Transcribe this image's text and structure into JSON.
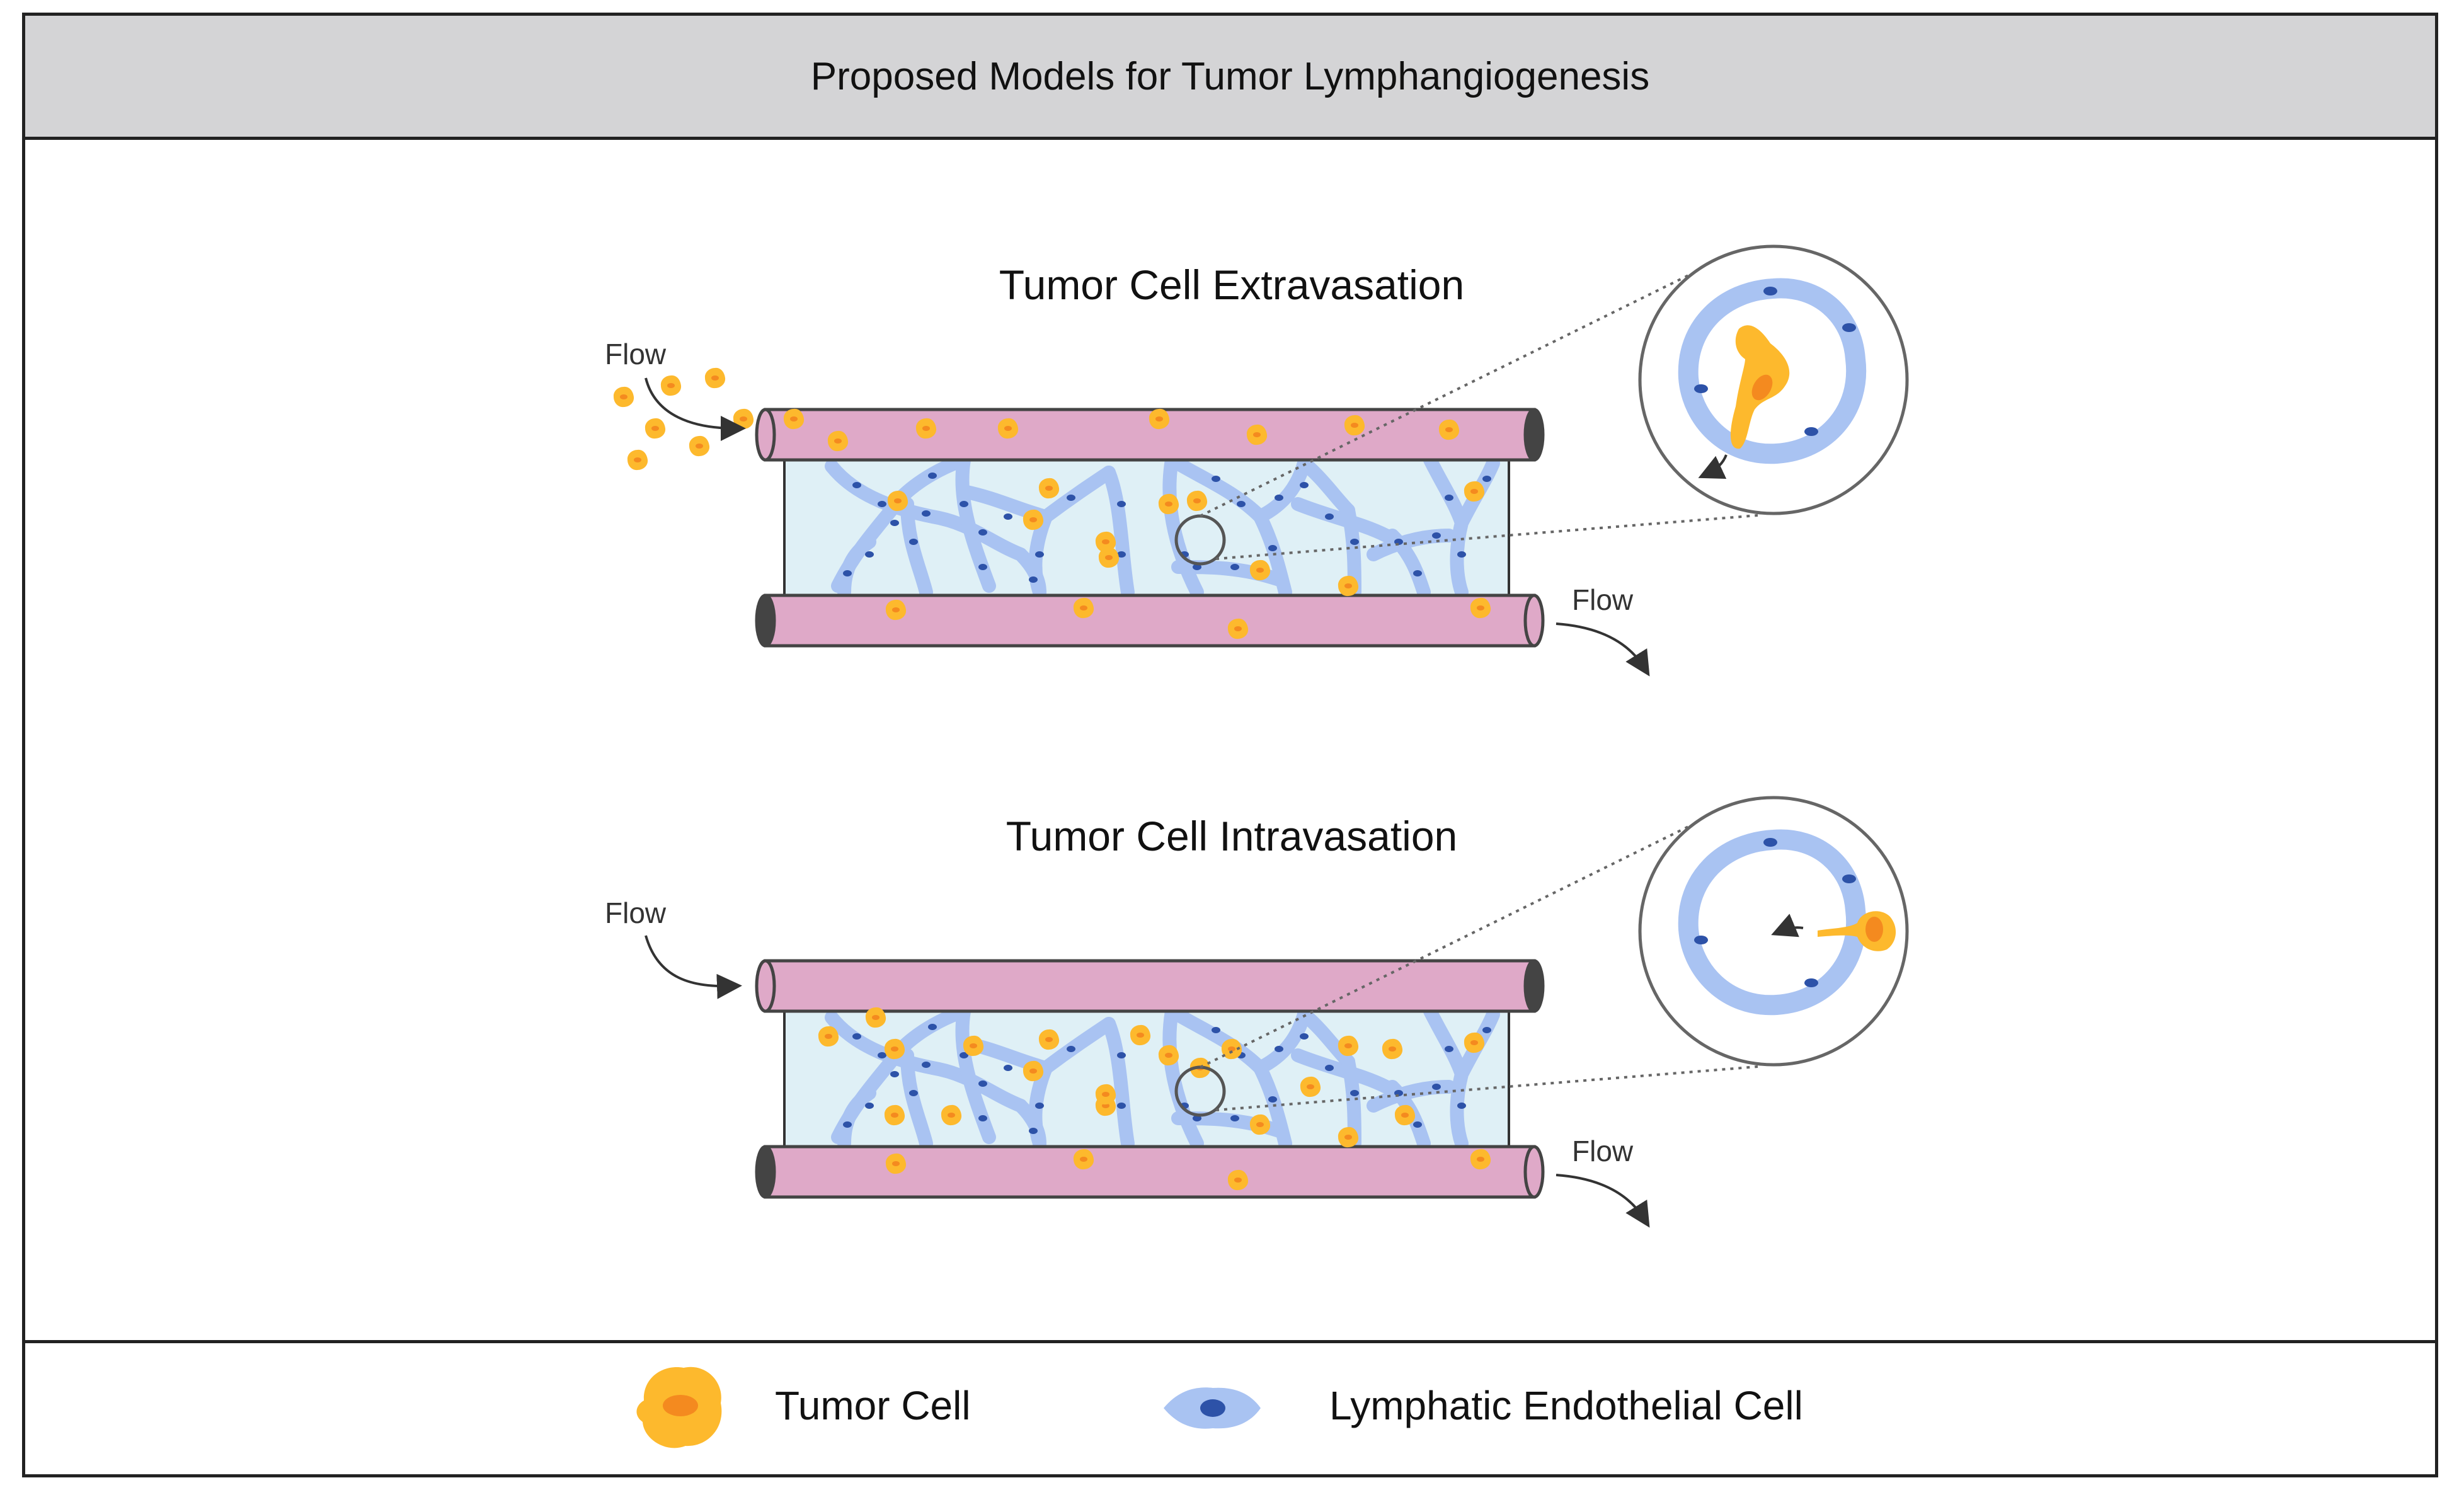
{
  "title": "Proposed Models for Tumor Lymphangiogenesis",
  "panels": [
    {
      "heading": "Tumor Cell Extravasation",
      "flow_in_label": "Flow",
      "flow_out_label": "Flow"
    },
    {
      "heading": "Tumor Cell Intravasation",
      "flow_in_label": "Flow",
      "flow_out_label": "Flow"
    }
  ],
  "legend": {
    "tumor_cell_label": "Tumor Cell",
    "lymphatic_cell_label": "Lymphatic Endothelial Cell"
  },
  "colors": {
    "vessel": "#dfa9c8",
    "vessel_stroke": "#444444",
    "chamber": "#dff0f6",
    "lymphatic": "#a9c3f2",
    "lymphatic_nucleus": "#2d52a8",
    "tumor": "#fdb92d",
    "tumor_nucleus": "#f48a1f"
  }
}
